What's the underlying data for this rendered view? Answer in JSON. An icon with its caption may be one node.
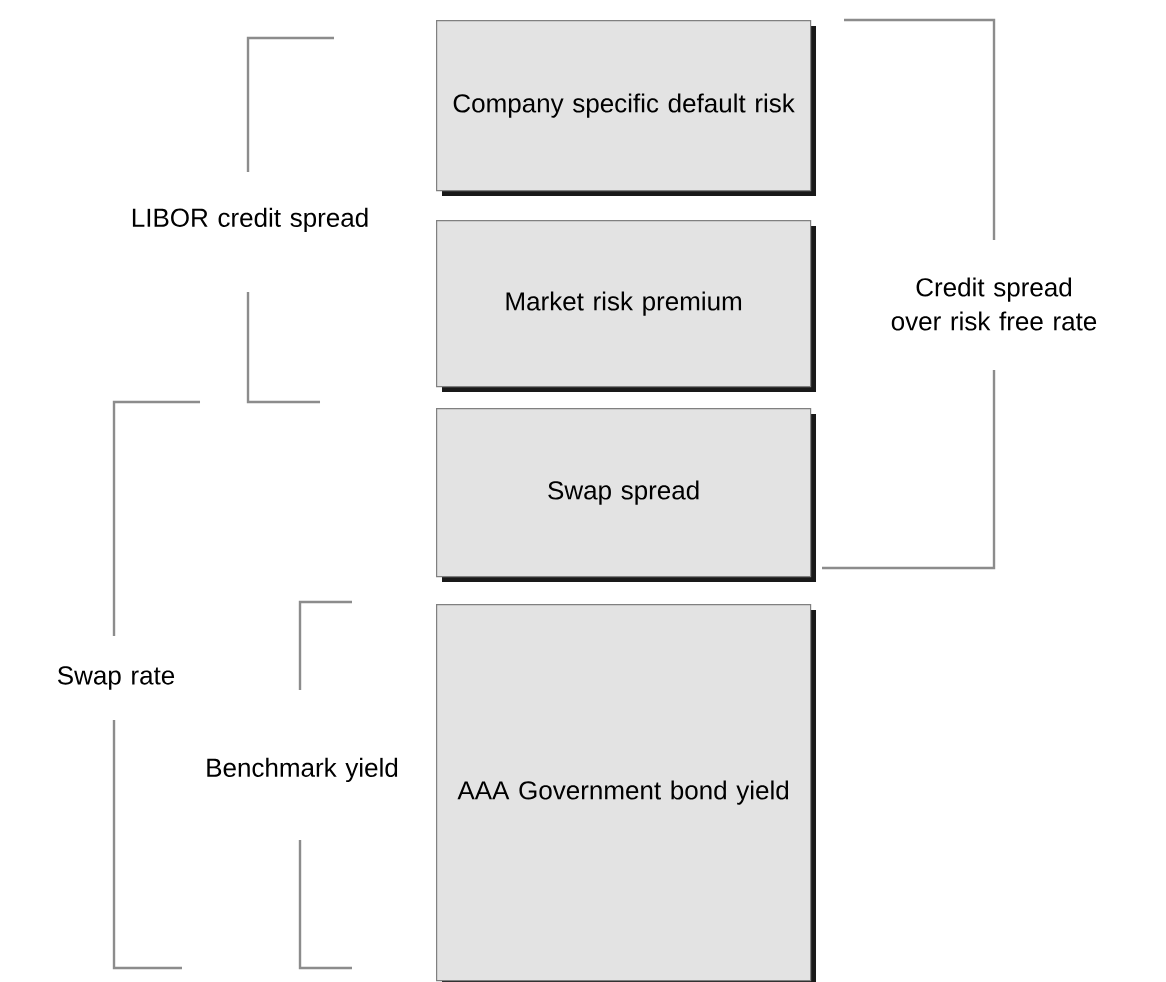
{
  "diagram": {
    "nodes": [
      {
        "text": [
          "Company specific default risk"
        ]
      },
      {
        "text": [
          "Market risk premium"
        ]
      },
      {
        "text": [
          "Swap spread"
        ]
      },
      {
        "text": [
          "AAA Government bond yield"
        ]
      }
    ],
    "labels": [
      "LIBOR credit spread",
      "Credit spread over risk free rate",
      "Swap rate",
      "Benchmark yield"
    ]
  }
}
